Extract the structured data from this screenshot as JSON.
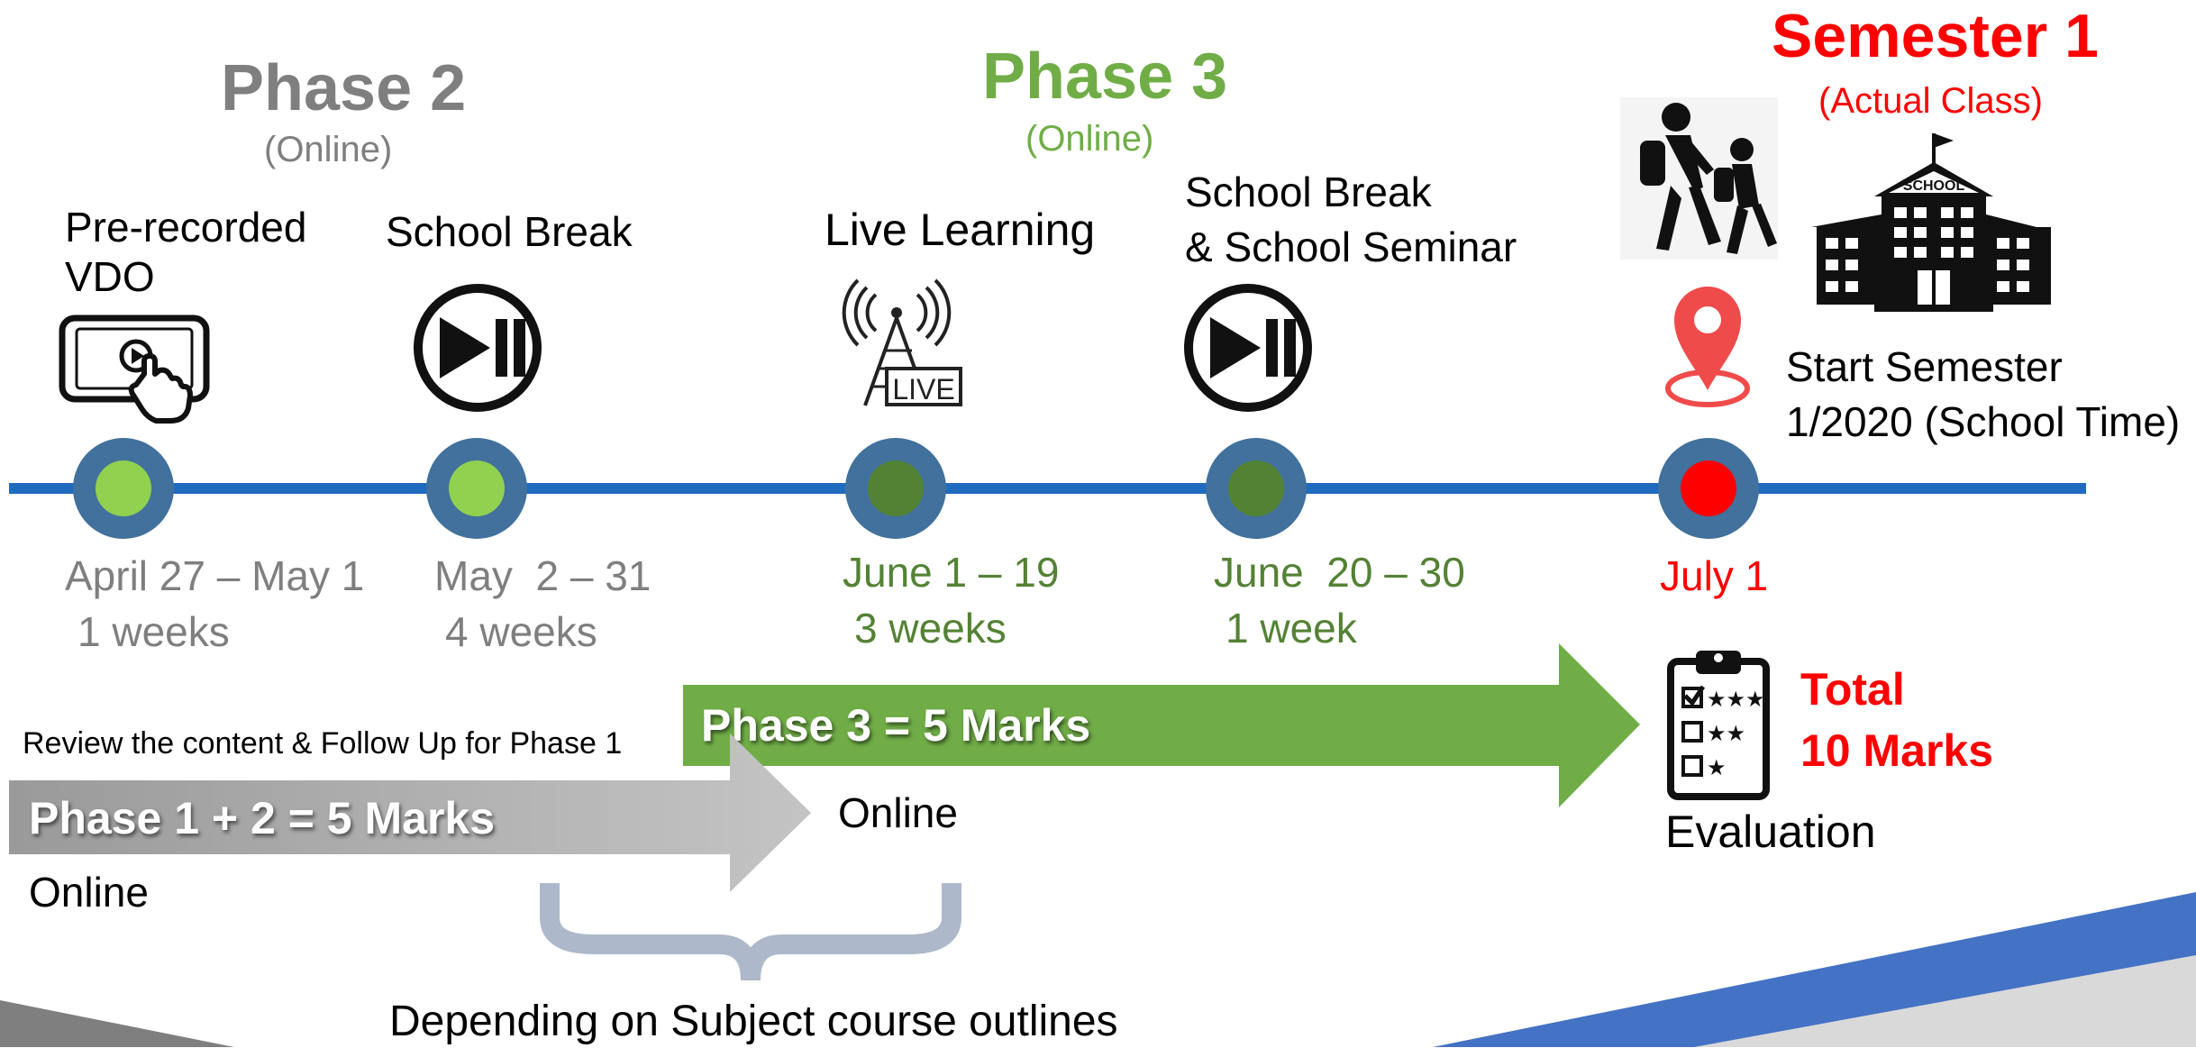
{
  "phase2": {
    "title": "Phase 2",
    "subtitle": "(Online)"
  },
  "phase3": {
    "title": "Phase 3",
    "subtitle": "(Online)"
  },
  "semester": {
    "title": "Semester 1",
    "subtitle": "(Actual Class)"
  },
  "milestones": [
    {
      "label_line1": "Pre-recorded",
      "label_line2": "VDO",
      "date": "April 27 – May 1",
      "duration": "1 weeks",
      "icon": "tablet-touch-icon",
      "dot_color": "#92d050"
    },
    {
      "label_line1": "School Break",
      "label_line2": "",
      "date": "May  2 – 31",
      "duration": "4 weeks",
      "icon": "play-pause-icon",
      "dot_color": "#92d050"
    },
    {
      "label_line1": "Live Learning",
      "label_line2": "",
      "date": "June 1 – 19",
      "duration": "3 weeks",
      "icon": "live-tower-icon",
      "dot_color": "#548235"
    },
    {
      "label_line1": "School Break",
      "label_line2": "& School Seminar",
      "date": "June  20 – 30",
      "duration": "1 week",
      "icon": "play-pause-icon",
      "dot_color": "#548235"
    },
    {
      "label_line1": "Start Semester",
      "label_line2": "1/2020 (School Time)",
      "date": "July 1",
      "duration": "",
      "icon": "map-pin-icon",
      "dot_color": "#ff0000"
    }
  ],
  "review_note": "Review the content & Follow Up for Phase 1",
  "arrow_phase12": "Phase 1 + 2 = 5 Marks",
  "arrow_phase3": "Phase 3 = 5 Marks",
  "online_left": "Online",
  "online_mid": "Online",
  "total_line1": "Total",
  "total_line2": "10 Marks",
  "evaluation": "Evaluation",
  "brace_note": "Depending on Subject course outlines",
  "school_sign": "SCHOOL",
  "live_sign": "LIVE",
  "colors": {
    "timeline": "#1f6bbf",
    "dot_ring": "#41719c",
    "accent_blue": "#4472c4"
  }
}
